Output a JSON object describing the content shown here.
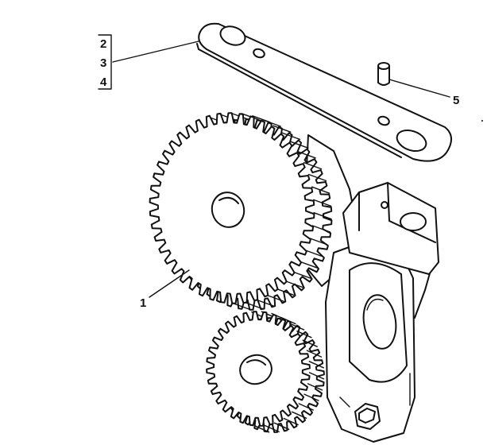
{
  "callouts": {
    "group": [
      "2",
      "3",
      "4"
    ],
    "pin": "5",
    "gear": "1"
  }
}
